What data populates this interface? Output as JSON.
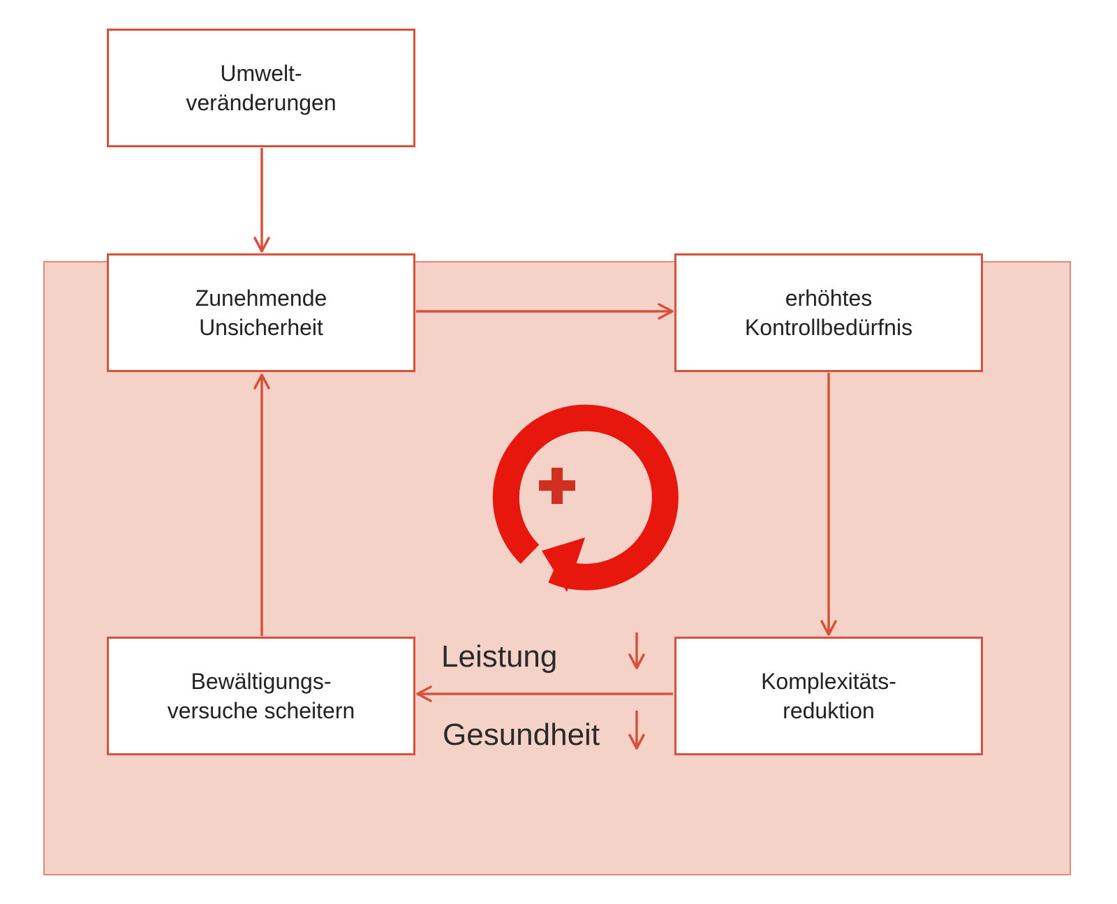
{
  "colors": {
    "accent": "#d8503a",
    "cycle_red": "#e8170e",
    "region_fill": "#f5d2c8",
    "box_fill": "#ffffff",
    "text": "#222222"
  },
  "boxes": {
    "umwelt": {
      "line1": "Umwelt-",
      "line2": "veränderungen"
    },
    "unsicherheit": {
      "line1": "Zunehmende",
      "line2": "Unsicherheit"
    },
    "kontroll": {
      "line1": "erhöhtes",
      "line2": "Kontrollbedürfnis"
    },
    "bewaeltigung": {
      "line1": "Bewältigungs-",
      "line2": "versuche scheitern"
    },
    "komplexitaet": {
      "line1": "Komplexitäts-",
      "line2": "reduktion"
    }
  },
  "indicators": {
    "leistung": "Leistung",
    "gesundheit": "Gesundheit"
  },
  "icons": {
    "cycle": "reinforcing-loop-icon",
    "plus": "plus-icon",
    "down_arrow": "down-arrow-icon"
  }
}
